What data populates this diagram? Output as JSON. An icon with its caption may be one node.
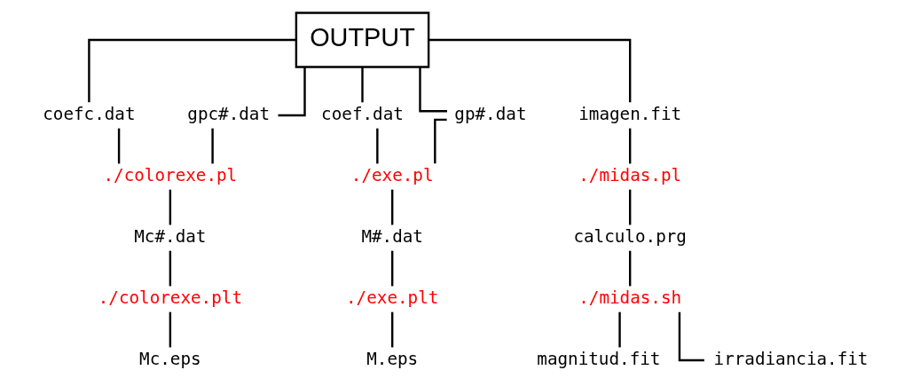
{
  "diagram": {
    "nodes": [
      {
        "text": [
          "OUTPUT"
        ]
      },
      {
        "text": [
          "coefc.dat"
        ]
      },
      {
        "text": [
          "gpc#.dat"
        ]
      },
      {
        "text": [
          "coef.dat"
        ]
      },
      {
        "text": [
          "gp#.dat"
        ]
      },
      {
        "text": [
          "imagen.fit"
        ]
      },
      {
        "text": [
          "./colorexe.pl"
        ]
      },
      {
        "text": [
          "Mc#.dat"
        ]
      },
      {
        "text": [
          "./colorexe.plt"
        ]
      },
      {
        "text": [
          "Mc.eps"
        ]
      },
      {
        "text": [
          "./exe.pl"
        ]
      },
      {
        "text": [
          "M#.dat"
        ]
      },
      {
        "text": [
          "./exe.plt"
        ]
      },
      {
        "text": [
          "M.eps"
        ]
      },
      {
        "text": [
          "./midas.pl"
        ]
      },
      {
        "text": [
          "calculo.prg"
        ]
      },
      {
        "text": [
          "./midas.sh"
        ]
      },
      {
        "text": [
          "magnitud.fit"
        ]
      },
      {
        "text": [
          "irradiancia.fit"
        ]
      }
    ],
    "edges": [
      {
        "from": 0,
        "to": 1,
        "arrow": "none"
      },
      {
        "from": 0,
        "to": 2,
        "arrow": "none"
      },
      {
        "from": 0,
        "to": 3,
        "arrow": "none"
      },
      {
        "from": 0,
        "to": 4,
        "arrow": "none"
      },
      {
        "from": 0,
        "to": 5,
        "arrow": "none"
      },
      {
        "from": 1,
        "to": 6,
        "arrow": "none"
      },
      {
        "from": 2,
        "to": 6,
        "arrow": "none"
      },
      {
        "from": 6,
        "to": 7,
        "arrow": "none"
      },
      {
        "from": 7,
        "to": 8,
        "arrow": "none"
      },
      {
        "from": 8,
        "to": 9,
        "arrow": "none"
      },
      {
        "from": 3,
        "to": 10,
        "arrow": "none"
      },
      {
        "from": 4,
        "to": 10,
        "arrow": "none"
      },
      {
        "from": 10,
        "to": 11,
        "arrow": "none"
      },
      {
        "from": 11,
        "to": 12,
        "arrow": "none"
      },
      {
        "from": 12,
        "to": 13,
        "arrow": "none"
      },
      {
        "from": 5,
        "to": 14,
        "arrow": "none"
      },
      {
        "from": 14,
        "to": 15,
        "arrow": "none"
      },
      {
        "from": 15,
        "to": 16,
        "arrow": "none"
      },
      {
        "from": 16,
        "to": 17,
        "arrow": "none"
      },
      {
        "from": 16,
        "to": 18,
        "arrow": "none"
      }
    ]
  }
}
